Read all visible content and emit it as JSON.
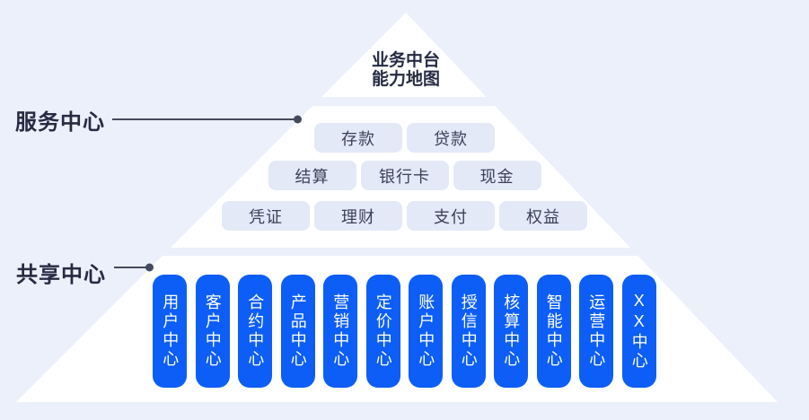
{
  "title": {
    "line1": "业务中台",
    "line2": "能力地图"
  },
  "labels": {
    "service_center": "服务中心",
    "shared_center": "共享中心"
  },
  "service_rows": [
    {
      "items": [
        "存款",
        "贷款"
      ]
    },
    {
      "items": [
        "结算",
        "银行卡",
        "现金"
      ]
    },
    {
      "items": [
        "凭证",
        "理财",
        "支付",
        "权益"
      ]
    }
  ],
  "shared_centers": [
    "用户中心",
    "客户中心",
    "合约中心",
    "产品中心",
    "营销中心",
    "定价中心",
    "账户中心",
    "授信中心",
    "核算中心",
    "智能中心",
    "运营中心",
    "XX中心"
  ],
  "colors": {
    "background": "#ECF0FA",
    "pyramid": "#FFFFFF",
    "pill_background": "#E3E9F7",
    "accent_blue": "#0D5EF7",
    "text_dark": "#262B43",
    "connector": "#444A5E"
  }
}
